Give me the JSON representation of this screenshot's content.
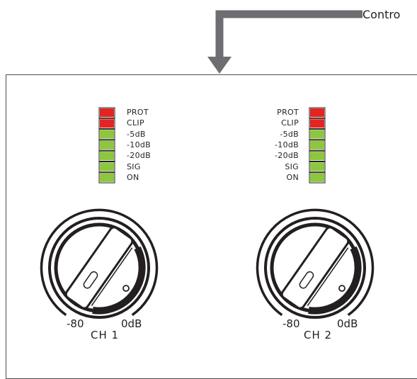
{
  "callout": {
    "label": "Contro"
  },
  "colors": {
    "led_red": "#e52421",
    "led_green": "#8dc63f",
    "arrow": "#6d6e71",
    "ink": "#231f20"
  },
  "channels": [
    {
      "name": "CH 1",
      "scale_min": "-80",
      "scale_max": "0dB",
      "indicators": [
        {
          "label": "PROT",
          "color": "red"
        },
        {
          "label": "CLIP",
          "color": "red"
        },
        {
          "label": "-5dB",
          "color": "green"
        },
        {
          "label": "-10dB",
          "color": "green"
        },
        {
          "label": "-20dB",
          "color": "green"
        },
        {
          "label": "SIG",
          "color": "green"
        },
        {
          "label": "ON",
          "color": "green"
        }
      ]
    },
    {
      "name": "CH 2",
      "scale_min": "-80",
      "scale_max": "0dB",
      "indicators": [
        {
          "label": "PROT",
          "color": "red"
        },
        {
          "label": "CLIP",
          "color": "red"
        },
        {
          "label": "-5dB",
          "color": "green"
        },
        {
          "label": "-10dB",
          "color": "green"
        },
        {
          "label": "-20dB",
          "color": "green"
        },
        {
          "label": "SIG",
          "color": "green"
        },
        {
          "label": "ON",
          "color": "green"
        }
      ]
    }
  ]
}
